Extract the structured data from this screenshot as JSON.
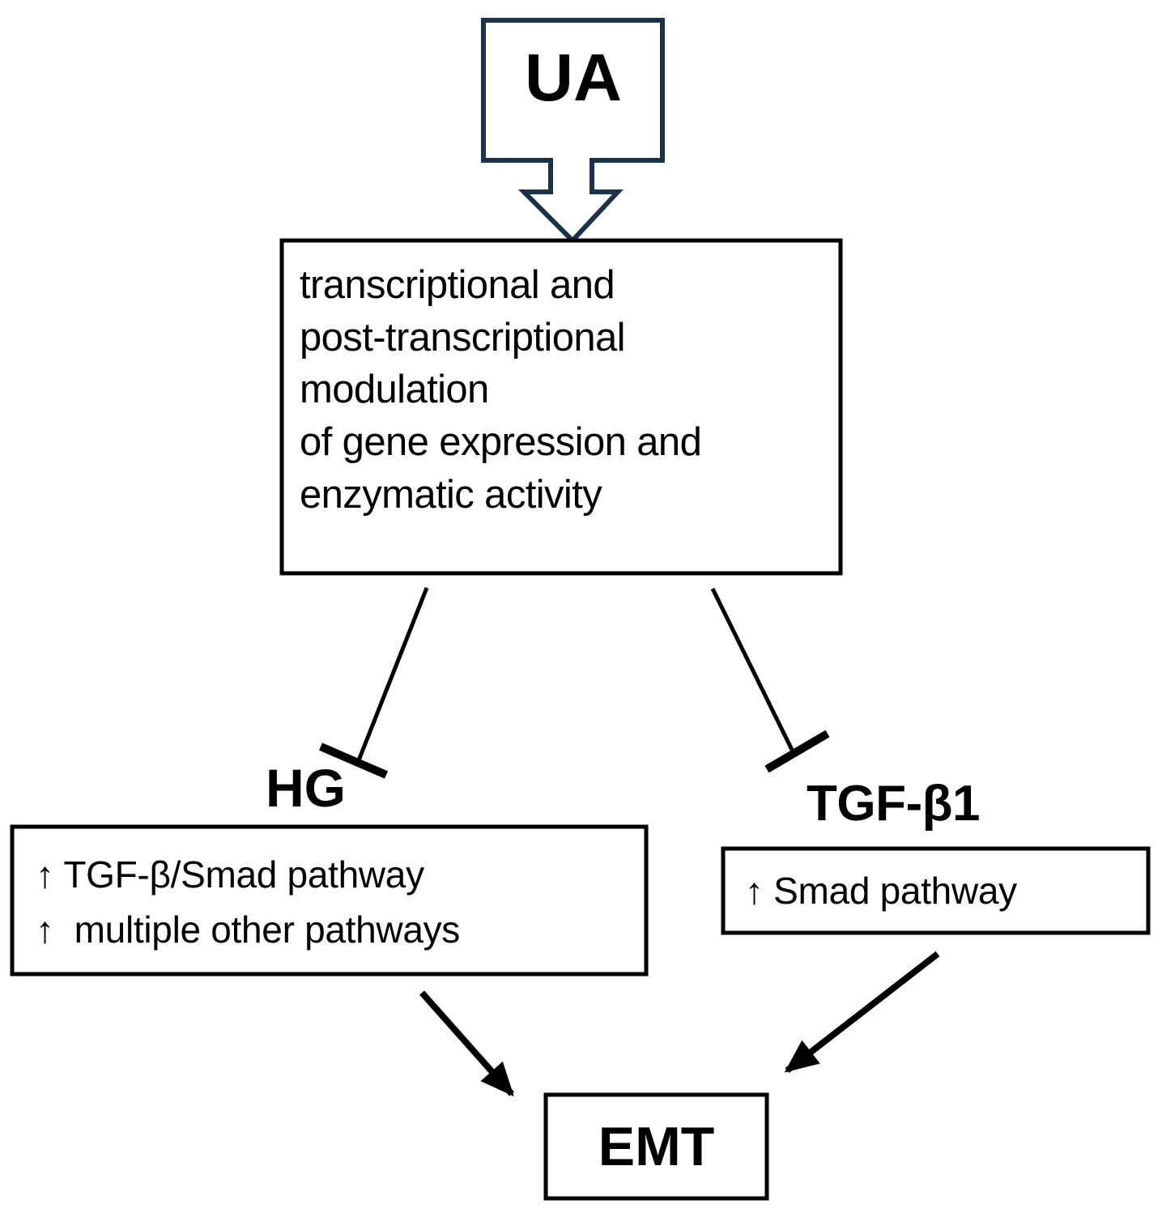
{
  "diagram": {
    "title": "UA signaling pathway schematic",
    "type": "flow-diagram",
    "colors": {
      "ua_box_stroke": "#1b3348",
      "box_stroke": "#000000",
      "connector": "#000000",
      "text": "#000000",
      "background": "#ffffff"
    },
    "nodes": {
      "ua": {
        "label": "UA",
        "shape": "down-block-arrow",
        "stroke": "#1b3348"
      },
      "modulation": {
        "lines": [
          "transcriptional and",
          "post-transcriptional",
          "modulation",
          "of gene expression and",
          "enzymatic activity"
        ]
      },
      "hg": {
        "label": "HG",
        "items": [
          "↑ TGF-β/Smad pathway",
          "↑  multiple other pathways"
        ]
      },
      "tgfb1": {
        "label": "TGF-β1",
        "items": [
          "↑ Smad pathway"
        ]
      },
      "emt": {
        "label": "EMT"
      }
    },
    "edges": [
      {
        "id": "ua-to-modulation",
        "from": "ua",
        "to": "modulation",
        "kind": "block-arrow",
        "meaning": "leads to"
      },
      {
        "id": "modulation-inhibits-hg",
        "from": "modulation",
        "to": "hg",
        "kind": "inhibition",
        "meaning": "inhibits"
      },
      {
        "id": "modulation-inhibits-tgfb1",
        "from": "modulation",
        "to": "tgfb1",
        "kind": "inhibition",
        "meaning": "inhibits"
      },
      {
        "id": "hg-to-emt",
        "from": "hg",
        "to": "emt",
        "kind": "arrow",
        "meaning": "promotes"
      },
      {
        "id": "tgfb1-to-emt",
        "from": "tgfb1",
        "to": "emt",
        "kind": "arrow",
        "meaning": "promotes"
      }
    ]
  }
}
